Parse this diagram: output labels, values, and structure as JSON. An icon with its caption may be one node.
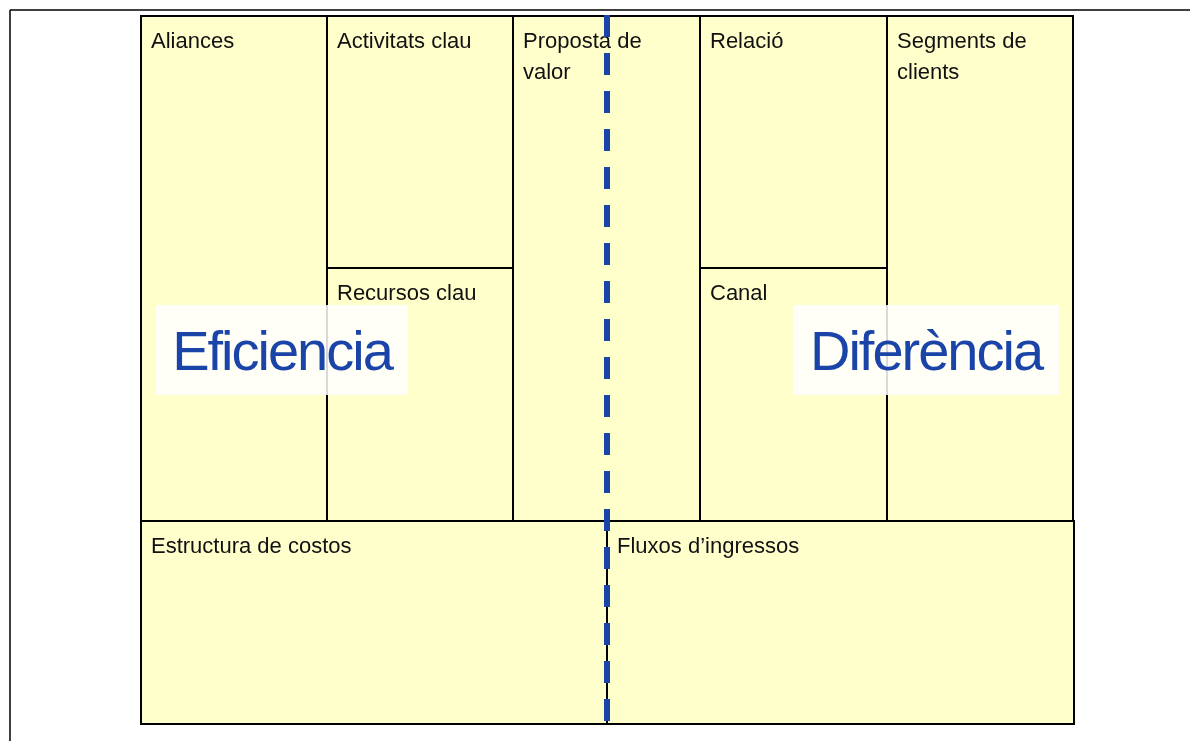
{
  "diagram": {
    "nodes": [
      {
        "text": [
          "Aliances"
        ]
      },
      {
        "text": [
          "Activitats clau"
        ]
      },
      {
        "text": [
          "Recursos clau"
        ]
      },
      {
        "text": [
          "Proposta de valor"
        ]
      },
      {
        "text": [
          "Relació"
        ]
      },
      {
        "text": [
          "Canal"
        ]
      },
      {
        "text": [
          "Segments de clients"
        ]
      },
      {
        "text": [
          "Estructura de costos"
        ]
      },
      {
        "text": [
          "Fluxos d’ingressos"
        ]
      },
      {
        "text": [
          "Eficiencia"
        ]
      },
      {
        "text": [
          "Diferència"
        ]
      }
    ],
    "edges": []
  }
}
